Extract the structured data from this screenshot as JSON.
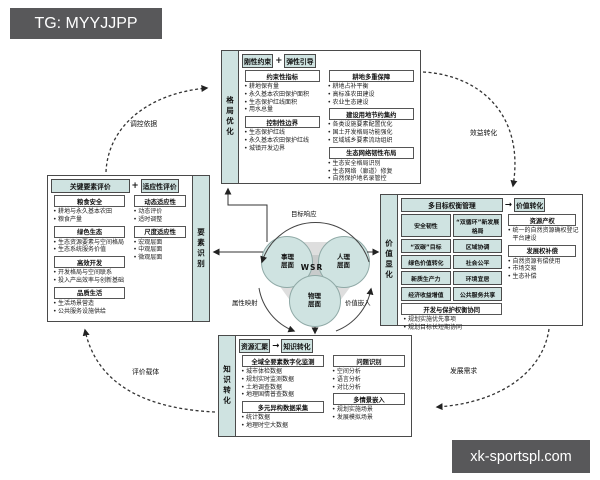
{
  "watermark_top_left": "TG: MYYJJPP",
  "watermark_bottom_right": "xk-sportspl.com",
  "cycle": {
    "top_left": "调控依据",
    "top_right": "效益转化",
    "bottom_right": "发展需求",
    "bottom_left": "评价载体"
  },
  "center": {
    "wsr": "WSR",
    "circle_left": "事理层面",
    "circle_right": "人理层面",
    "circle_bottom": "物理层面",
    "label_top": "目标响应",
    "label_left": "属性映射",
    "label_right": "价值嵌入"
  },
  "colors": {
    "teal": "#cfe3e1",
    "watermark_gray": "#58585a"
  },
  "panels": {
    "top": {
      "strip": "格局优化",
      "header_left": "刚性约束",
      "joiner": "+",
      "header_right": "弹性引导",
      "col_a": {
        "groups": [
          {
            "title": "约束性指标",
            "items": [
              "耕地保有量",
              "永久基本农田保护面积",
              "生态保护红线面积",
              "用水总量"
            ]
          },
          {
            "title": "控制性边界",
            "items": [
              "生态保护红线",
              "永久基本农田保护红线",
              "城镇开发边界"
            ]
          }
        ]
      },
      "col_b": {
        "groups": [
          {
            "title": "耕地多重保障",
            "items": [
              "耕地占补平衡",
              "高标准农田建设",
              "农业生态建设"
            ]
          },
          {
            "title": "建设用地节约集约",
            "items": [
              "各类设施要素配置优化",
              "国土开发格局功能强化",
              "区域城乡要素流动组织"
            ]
          },
          {
            "title": "生态网络韧性布局",
            "items": [
              "生态安全格局识别",
              "生态网络（廊道）修复",
              "自然保护地名录管控"
            ]
          }
        ]
      }
    },
    "left": {
      "strip": "要素识别",
      "header_left": "关键要素评价",
      "joiner": "+",
      "header_right": "适应性评价",
      "col_a": {
        "groups": [
          {
            "title": "粮食安全",
            "items": [
              "耕地与永久基本农田",
              "粮食产量"
            ]
          },
          {
            "title": "绿色生态",
            "items": [
              "生态资源要素与空间格局",
              "生态系统服务价值"
            ]
          },
          {
            "title": "高效开发",
            "items": [
              "开发格局与空间联系",
              "投入产出效率与创新基础"
            ]
          },
          {
            "title": "品质生活",
            "items": [
              "生活场景营造",
              "公共服务设施供给"
            ]
          }
        ]
      },
      "col_b": {
        "groups": [
          {
            "title": "动态适应性",
            "items": [
              "动态评价",
              "适时调整"
            ]
          },
          {
            "title": "尺度适应性",
            "items": [
              "宏观层面",
              "中观层面",
              "微观层面"
            ]
          }
        ]
      }
    },
    "right": {
      "strip": "价值显化",
      "header_left": "多目标权衡管理",
      "joiner": "→",
      "header_right": "价值转化",
      "chips": [
        "安全韧性",
        "“双循环”新发展格局",
        "“双碳”目标",
        "区域协调",
        "绿色价值转化",
        "社会公平",
        "新质生产力",
        "环境宜居",
        "经济收益增值",
        "公共服务共享"
      ],
      "wide_chip": "开发与保护权衡协同",
      "wide_items": [
        "规划实施优先事项",
        "规划目标长短期协同"
      ],
      "col_b": {
        "groups": [
          {
            "title": "资源产权",
            "items": [
              "统一的自然资源确权登记平台建设"
            ]
          },
          {
            "title": "发展权补偿",
            "items": [
              "自然资源有偿使用",
              "市场交易",
              "生态补偿"
            ]
          }
        ]
      }
    },
    "bottom": {
      "strip": "知识转化",
      "header_left": "资源汇聚",
      "joiner": "→",
      "header_right": "知识转化",
      "col_a": {
        "groups": [
          {
            "title": "全域全要素数字化监测",
            "items": [
              "城市体检数据",
              "规划实时监测数据",
              "土地调查数据",
              "地理国情普查数据"
            ]
          },
          {
            "title": "多元异构数据采集",
            "items": [
              "统计数据",
              "地理时空大数据"
            ]
          }
        ]
      },
      "col_b": {
        "groups": [
          {
            "title": "问题识别",
            "items": [
              "空间分析",
              "语言分析",
              "对比分析"
            ]
          },
          {
            "title": "多情景嵌入",
            "items": [
              "规划实施场景",
              "发展模拟场景"
            ]
          }
        ]
      }
    }
  }
}
